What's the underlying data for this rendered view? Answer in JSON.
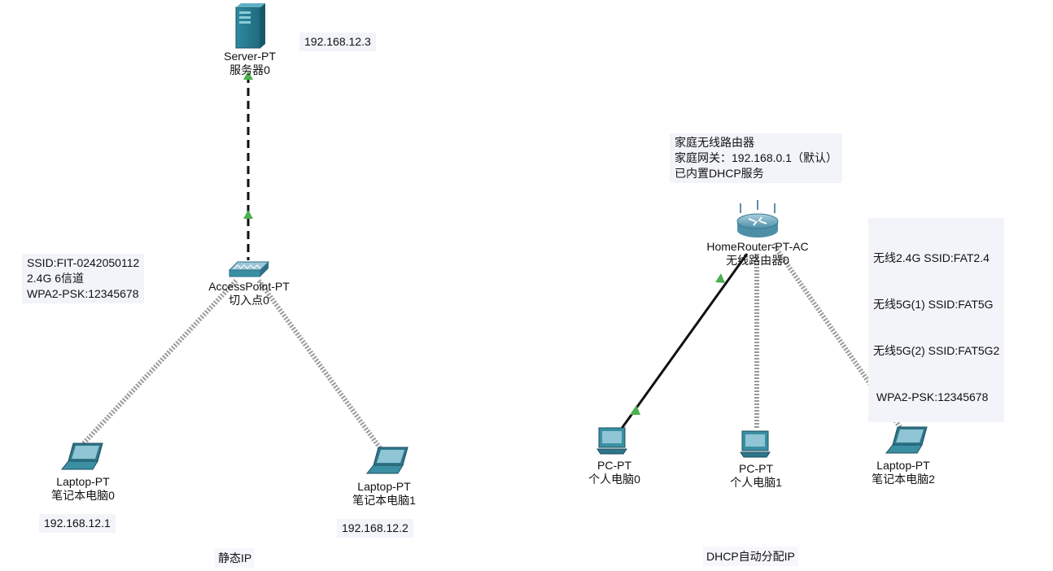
{
  "devices": {
    "server": {
      "model": "Server-PT",
      "name": "服务器0",
      "ip": "192.168.12.3"
    },
    "ap": {
      "model": "AccessPoint-PT",
      "name": "切入点0"
    },
    "laptop0": {
      "model": "Laptop-PT",
      "name": "笔记本电脑0",
      "ip": "192.168.12.1"
    },
    "laptop1": {
      "model": "Laptop-PT",
      "name": "笔记本电脑1",
      "ip": "192.168.12.2"
    },
    "router": {
      "model": "HomeRouter-PT-AC",
      "name": "无线路由器0"
    },
    "pc0": {
      "model": "PC-PT",
      "name": "个人电脑0"
    },
    "pc1": {
      "model": "PC-PT",
      "name": "个人电脑1"
    },
    "laptop2": {
      "model": "Laptop-PT",
      "name": "笔记本电脑2"
    }
  },
  "notes": {
    "ap_config": [
      "SSID:FIT-0242050112",
      "2.4G 6信道",
      "WPA2-PSK:12345678"
    ],
    "router_info": [
      "家庭无线路由器",
      "家庭网关：192.168.0.1（默认）",
      "已内置DHCP服务"
    ],
    "router_wifi": [
      "无线2.4G SSID:FAT2.4",
      "无线5G(1) SSID:FAT5G",
      "无线5G(2) SSID:FAT5G2",
      " WPA2-PSK:12345678"
    ]
  },
  "captions": {
    "left": "静态IP",
    "right": "DHCP自动分配IP"
  },
  "colors": {
    "link_green": "#4caf50",
    "wireless_gray": "#9a9a9a",
    "device_teal": "#3a8fa3"
  }
}
